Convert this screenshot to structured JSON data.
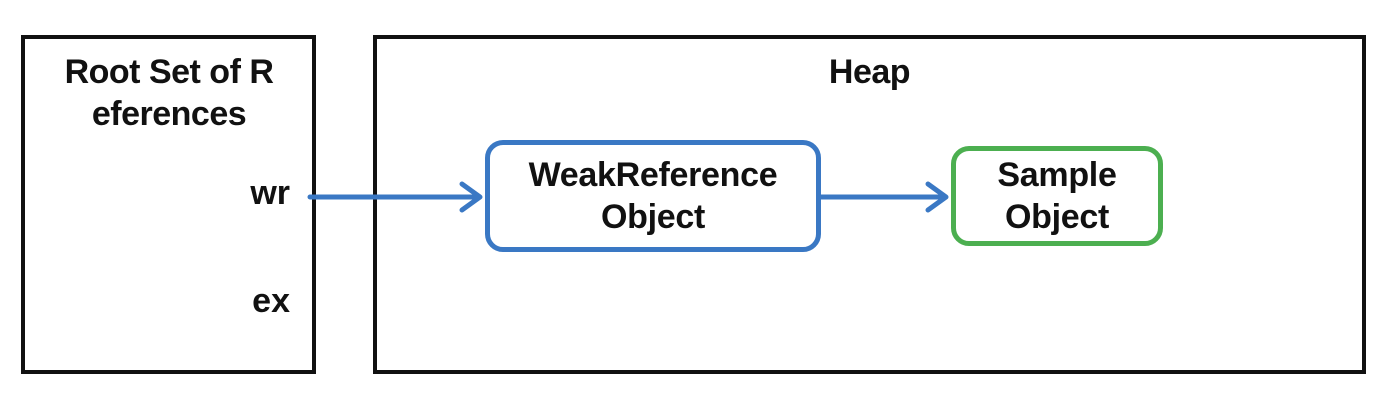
{
  "root_set": {
    "title": "Root Set of R\neferences",
    "references": [
      "wr",
      "ex"
    ]
  },
  "heap": {
    "title": "Heap",
    "nodes": {
      "weak_reference": "WeakReference\nObject",
      "sample": "Sample\nObject"
    }
  },
  "colors": {
    "border": "#111111",
    "weak_reference_border": "#3a78c4",
    "sample_border": "#4caf50",
    "arrow": "#3a78c4"
  },
  "edges": [
    {
      "from": "wr",
      "to": "weak_reference"
    },
    {
      "from": "weak_reference",
      "to": "sample"
    }
  ]
}
